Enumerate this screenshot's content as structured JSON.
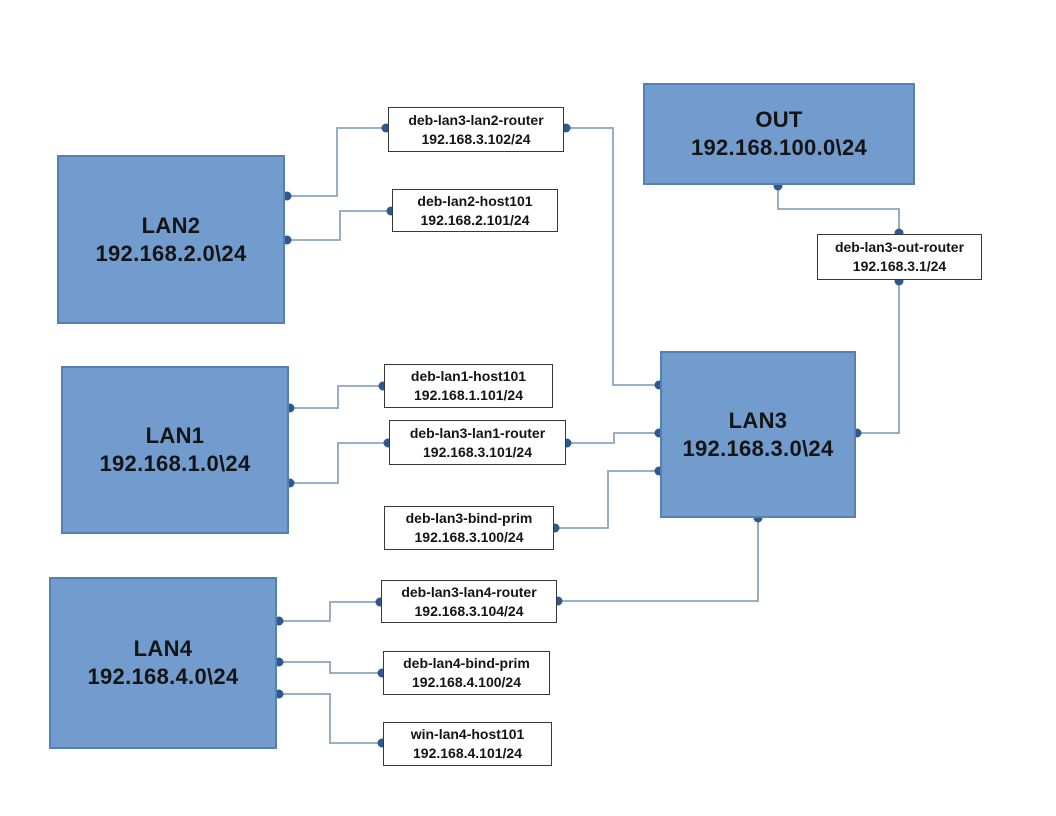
{
  "diagram": {
    "kind": "network-topology",
    "colors": {
      "network_box_fill": "#739cce",
      "network_box_border": "#5580b2",
      "host_box_fill": "#ffffff",
      "host_box_border": "#383838",
      "connector_line": "#8aa5c0",
      "connector_dot": "#2e598c",
      "text": "#141414",
      "background": "#ffffff"
    }
  },
  "nodes": [
    {
      "id": "lan2",
      "kind": "network",
      "name": "LAN2",
      "address": "192.168.2.0\\24"
    },
    {
      "id": "deb-lan3-lan2-router",
      "kind": "host",
      "name": "deb-lan3-lan2-router",
      "address": "192.168.3.102/24"
    },
    {
      "id": "deb-lan2-host101",
      "kind": "host",
      "name": "deb-lan2-host101",
      "address": "192.168.2.101/24"
    },
    {
      "id": "out",
      "kind": "network",
      "name": "OUT",
      "address": "192.168.100.0\\24"
    },
    {
      "id": "deb-lan3-out-router",
      "kind": "host",
      "name": "deb-lan3-out-router",
      "address": "192.168.3.1/24"
    },
    {
      "id": "lan1",
      "kind": "network",
      "name": "LAN1",
      "address": "192.168.1.0\\24"
    },
    {
      "id": "deb-lan1-host101",
      "kind": "host",
      "name": "deb-lan1-host101",
      "address": "192.168.1.101/24"
    },
    {
      "id": "deb-lan3-lan1-router",
      "kind": "host",
      "name": "deb-lan3-lan1-router",
      "address": "192.168.3.101/24"
    },
    {
      "id": "lan3",
      "kind": "network",
      "name": "LAN3",
      "address": "192.168.3.0\\24"
    },
    {
      "id": "deb-lan3-bind-prim",
      "kind": "host",
      "name": "deb-lan3-bind-prim",
      "address": "192.168.3.100/24"
    },
    {
      "id": "deb-lan3-lan4-router",
      "kind": "host",
      "name": "deb-lan3-lan4-router",
      "address": "192.168.3.104/24"
    },
    {
      "id": "lan4",
      "kind": "network",
      "name": "LAN4",
      "address": "192.168.4.0\\24"
    },
    {
      "id": "deb-lan4-bind-prim",
      "kind": "host",
      "name": "deb-lan4-bind-prim",
      "address": "192.168.4.100/24"
    },
    {
      "id": "win-lan4-host101",
      "kind": "host",
      "name": "win-lan4-host101",
      "address": "192.168.4.101/24"
    }
  ],
  "edges": [
    {
      "from": "LAN2",
      "to": "deb-lan3-lan2-router"
    },
    {
      "from": "LAN2",
      "to": "deb-lan2-host101"
    },
    {
      "from": "deb-lan3-lan2-router",
      "to": "LAN3"
    },
    {
      "from": "OUT",
      "to": "deb-lan3-out-router"
    },
    {
      "from": "deb-lan3-out-router",
      "to": "LAN3"
    },
    {
      "from": "LAN1",
      "to": "deb-lan1-host101"
    },
    {
      "from": "LAN1",
      "to": "deb-lan3-lan1-router"
    },
    {
      "from": "deb-lan3-lan1-router",
      "to": "LAN3"
    },
    {
      "from": "LAN3",
      "to": "deb-lan3-bind-prim"
    },
    {
      "from": "LAN3",
      "to": "deb-lan3-lan4-router"
    },
    {
      "from": "LAN4",
      "to": "deb-lan3-lan4-router"
    },
    {
      "from": "LAN4",
      "to": "deb-lan4-bind-prim"
    },
    {
      "from": "LAN4",
      "to": "win-lan4-host101"
    }
  ]
}
